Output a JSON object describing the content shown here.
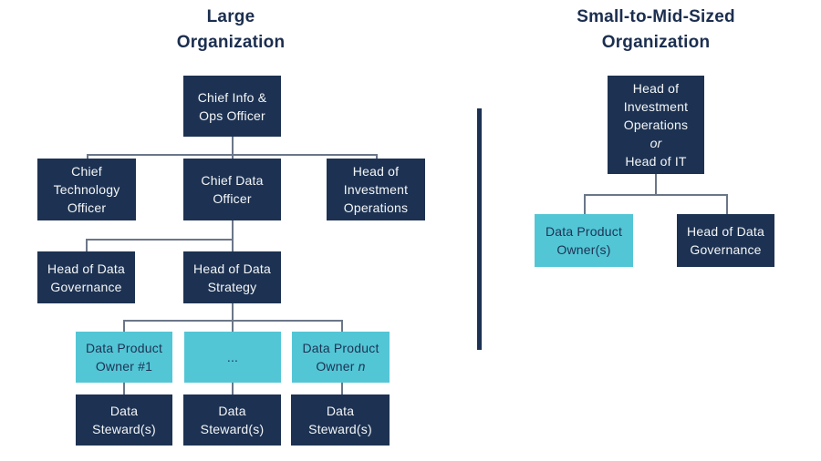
{
  "colors": {
    "navy": "#1d3252",
    "cyan": "#53c6d6",
    "box_text_light": "#f4f6f8",
    "box_text_dark": "#1d3252",
    "title_text": "#1b2e4f",
    "connector": "#6b7688",
    "divider": "#1d3252",
    "bg": "#ffffff"
  },
  "titles": {
    "left_line1": "Large",
    "left_line2": "Organization",
    "right_line1": "Small-to-Mid-Sized",
    "right_line2": "Organization"
  },
  "large_org": {
    "chief_info_ops": {
      "lines": [
        "Chief Info &",
        "Ops Officer"
      ]
    },
    "chief_technology_officer": {
      "lines": [
        "Chief",
        "Technology",
        "Officer"
      ]
    },
    "chief_data_officer": {
      "lines": [
        "Chief Data",
        "Officer"
      ]
    },
    "head_investment_operations": {
      "lines": [
        "Head of",
        "Investment",
        "Operations"
      ]
    },
    "head_data_governance": {
      "lines": [
        "Head of Data",
        "Governance"
      ]
    },
    "head_data_strategy": {
      "lines": [
        "Head of Data",
        "Strategy"
      ]
    },
    "data_product_owner_1": {
      "lines": [
        "Data Product",
        "Owner #1"
      ]
    },
    "data_product_owner_ellipsis": {
      "lines": [
        "..."
      ]
    },
    "data_product_owner_n": {
      "line1": "Data Product",
      "line2_prefix": "Owner ",
      "line2_italic": "n"
    },
    "data_stewards_1": {
      "lines": [
        "Data",
        "Steward(s)"
      ]
    },
    "data_stewards_2": {
      "lines": [
        "Data",
        "Steward(s)"
      ]
    },
    "data_stewards_3": {
      "lines": [
        "Data",
        "Steward(s)"
      ]
    }
  },
  "small_org": {
    "head_invest_or_it": {
      "line1": "Head of",
      "line2": "Investment",
      "line3": "Operations",
      "line4_italic": "or",
      "line5": "Head of IT"
    },
    "data_product_owners": {
      "lines": [
        "Data Product",
        "Owner(s)"
      ]
    },
    "head_data_governance": {
      "lines": [
        "Head of Data",
        "Governance"
      ]
    }
  }
}
